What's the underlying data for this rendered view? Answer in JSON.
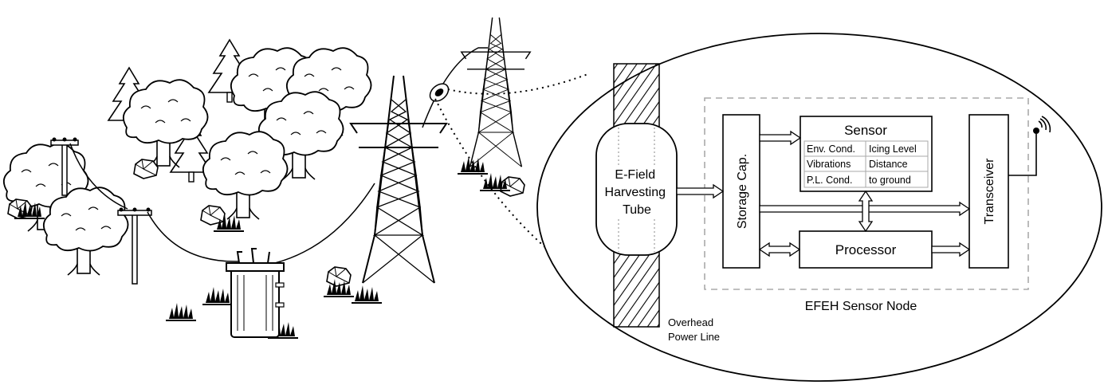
{
  "sensor_node": {
    "title": "EFEH Sensor Node",
    "harvesting_tube": [
      "E-Field",
      "Harvesting",
      "Tube"
    ],
    "storage_cap": "Storage Cap.",
    "sensor": {
      "title": "Sensor",
      "cells": [
        [
          "Env. Cond.",
          "Icing Level"
        ],
        [
          "Vibrations",
          "Distance"
        ],
        [
          "P.L. Cond.",
          "to ground"
        ]
      ]
    },
    "processor": "Processor",
    "transceiver": "Transceiver"
  },
  "power_line_label": [
    "Overhead",
    "Power Line"
  ],
  "colors": {
    "line": "#000000",
    "dashed_box": "#aaaaaa",
    "table_grid": "#aaaaaa"
  }
}
